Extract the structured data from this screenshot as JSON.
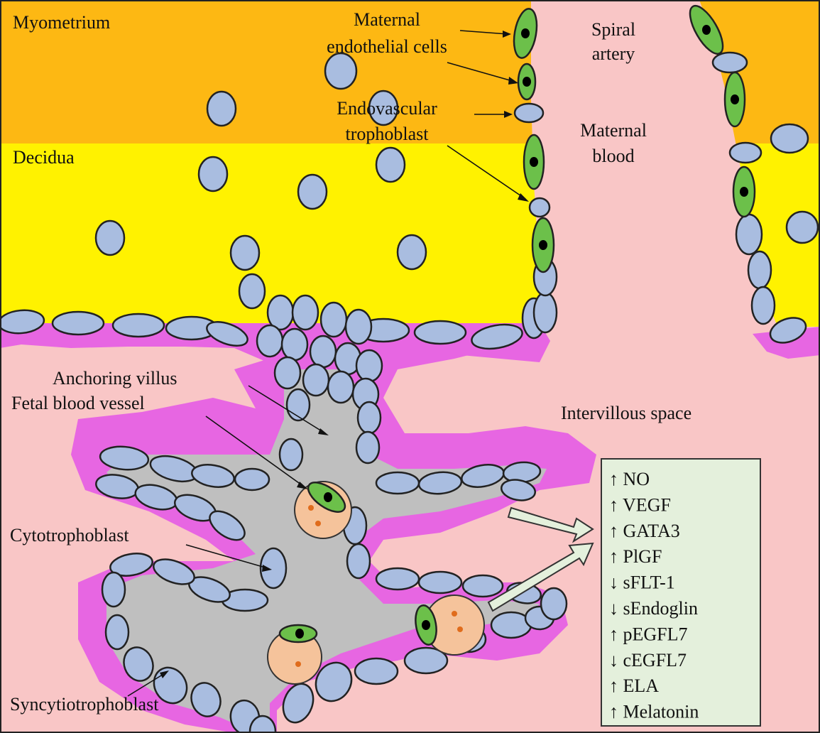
{
  "colors": {
    "myometrium": "#FDB813",
    "decidua": "#FFF200",
    "intervillous": "#F9C6C6",
    "syncytiotrophoblast": "#E766E2",
    "villus_core": "#BFBFBF",
    "trophoblast_cell": "#A9BDE0",
    "endothelial_cell": "#6CC04A",
    "fetal_vessel": "#F5C39B",
    "fetal_rbc": "#E06C1C",
    "marker_box": "#E4F0DC",
    "arrow_fill": "#E4F0DC"
  },
  "labels": {
    "myometrium": "Myometrium",
    "decidua": "Decidua",
    "maternal_endothelial_line1": "Maternal",
    "maternal_endothelial_line2": "endothelial cells",
    "endovascular_line1": "Endovascular",
    "endovascular_line2": "trophoblast",
    "spiral_artery_line1": "Spiral",
    "spiral_artery_line2": "artery",
    "maternal_blood_line1": "Maternal",
    "maternal_blood_line2": "blood",
    "anchoring_villus": "Anchoring villus",
    "fetal_blood_vessel": "Fetal blood vessel",
    "intervillous_space": "Intervillous space",
    "cytotrophoblast": "Cytotrophoblast",
    "syncytiotrophoblast": "Syncytiotrophoblast"
  },
  "markers": [
    "↑ NO",
    "↑ VEGF",
    "↑ GATA3",
    "↑ PlGF",
    "↓ sFLT-1",
    "↓ sEndoglin",
    "↑ pEGFL7",
    "↓ cEGFL7",
    "↑ ELA",
    "↑ Melatonin"
  ]
}
